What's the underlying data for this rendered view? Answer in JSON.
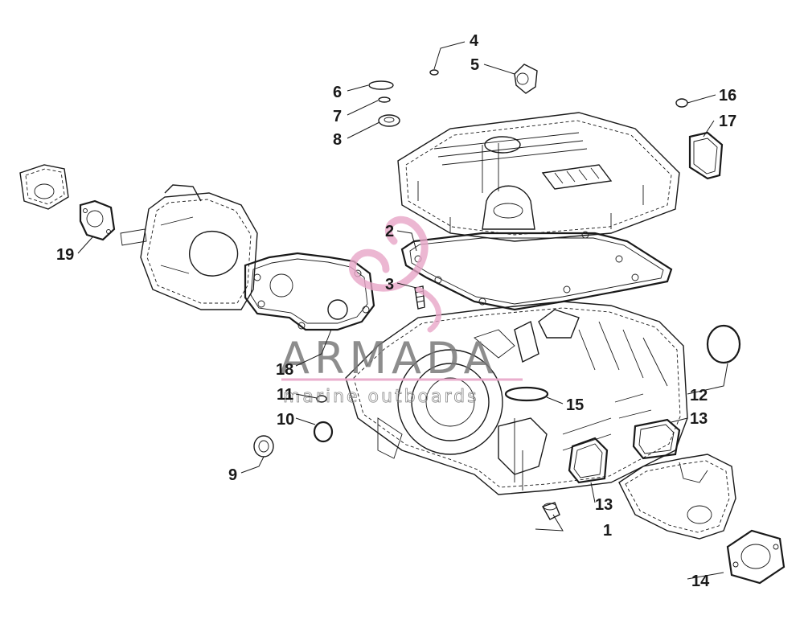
{
  "callouts": [
    "1",
    "2",
    "3",
    "4",
    "5",
    "6",
    "7",
    "8",
    "9",
    "10",
    "11",
    "12",
    "13",
    "13",
    "14",
    "15",
    "16",
    "17",
    "18",
    "19"
  ],
  "watermark": {
    "brand": "ARMADA",
    "tagline": "marine outboards",
    "accent_color": "#e8a6c8"
  }
}
